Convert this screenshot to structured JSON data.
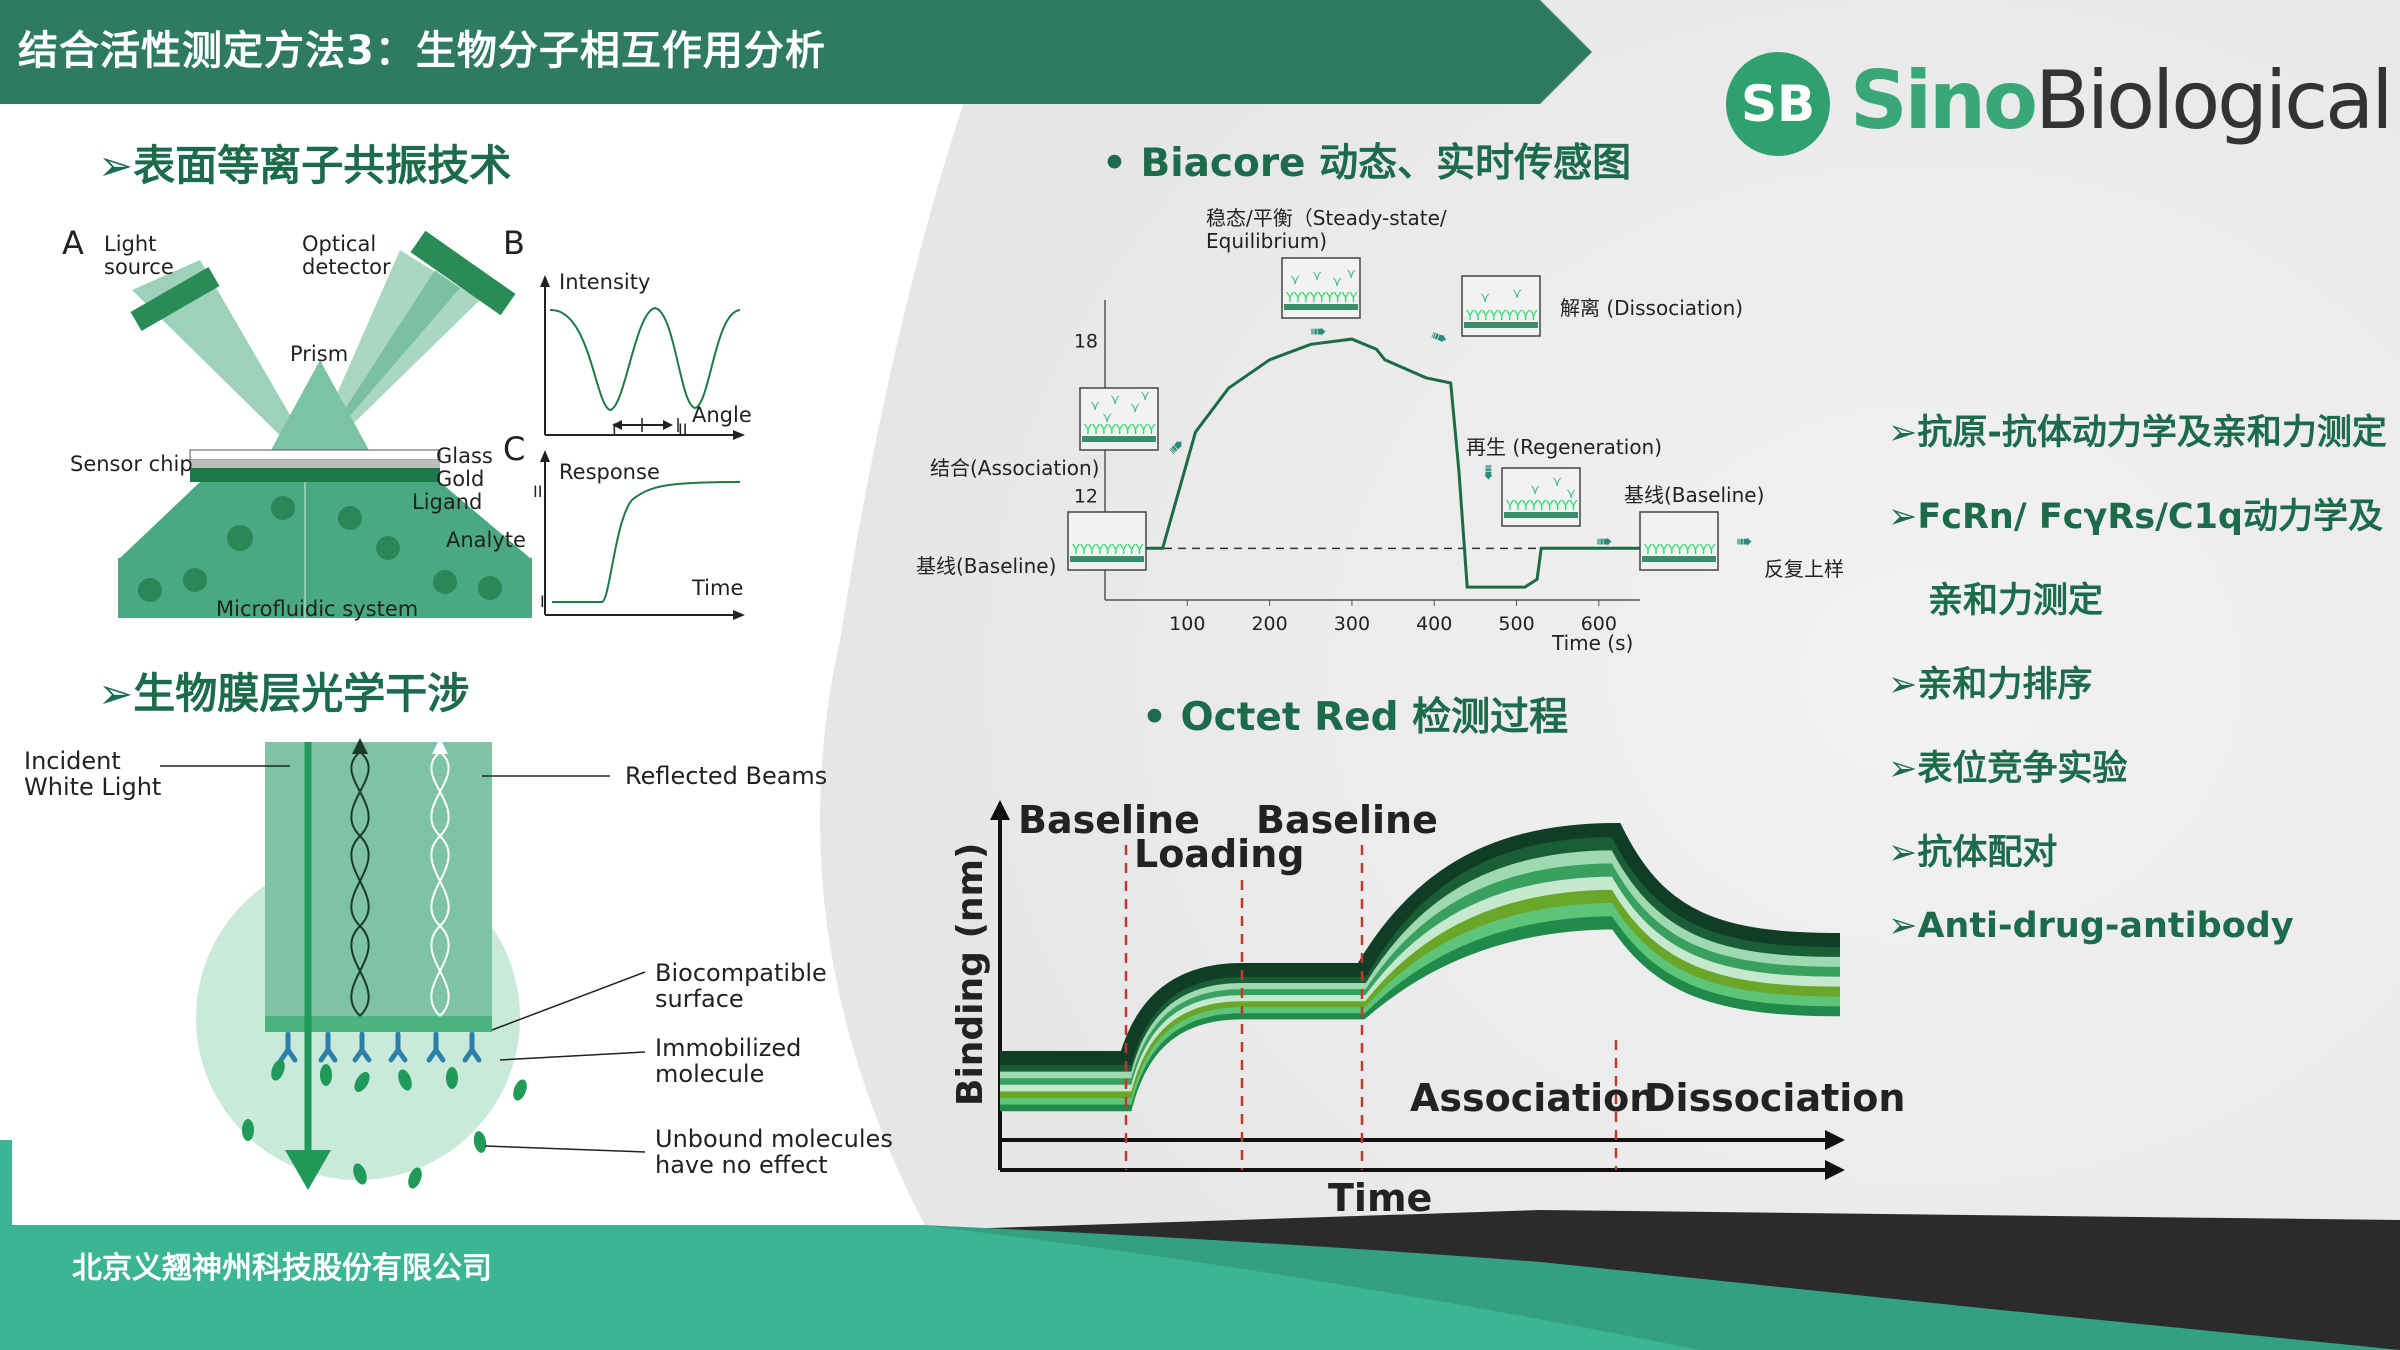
{
  "header": {
    "title": "结合活性测定方法3：生物分子相互作用分析"
  },
  "logo": {
    "badge": "SB",
    "sino": "Sino",
    "biological": "Biological"
  },
  "spr": {
    "heading": "➢表面等离子共振技术",
    "panel_a": "A",
    "panel_b": "B",
    "panel_c": "C",
    "light_source": [
      "Light",
      "source"
    ],
    "optical_detector": [
      "Optical",
      "detector"
    ],
    "prism": "Prism",
    "sensor_chip": "Sensor chip",
    "glass": "Glass",
    "gold": "Gold",
    "ligand": "Ligand",
    "analyte": "Analyte",
    "microfluidic": "Microfluidic system",
    "intensity": "Intensity",
    "angle": "Angle",
    "response": "Response",
    "time": "Time",
    "mark_i": "I",
    "mark_ii": "II"
  },
  "bli": {
    "heading": "➢生物膜层光学干涉",
    "incident": [
      "Incident",
      "White Light"
    ],
    "reflected": "Reflected Beams",
    "biocompatible": [
      "Biocompatible",
      "surface"
    ],
    "immobilized": [
      "Immobilized",
      "molecule"
    ],
    "unbound": [
      "Unbound molecules",
      "have no effect"
    ]
  },
  "biacore": {
    "heading": "• Biacore 动态、实时传感图",
    "steady": [
      "稳态/平衡（Steady-state/",
      "Equilibrium)"
    ],
    "dissociation": "解离 (Dissociation)",
    "association": "结合(Association)",
    "regeneration": "再生 (Regeneration)",
    "baseline_left": "基线(Baseline)",
    "baseline_right": "基线(Baseline)",
    "repeat": "反复上样",
    "xlabel": "Time  (s)"
  },
  "octet": {
    "heading": "• Octet Red 检测过程",
    "baseline1": "Baseline",
    "loading": "Loading",
    "baseline2": "Baseline",
    "association": "Association",
    "dissociation": "Dissociation",
    "ylabel": "Binding (nm)",
    "xlabel": "Time"
  },
  "applications": [
    "➢抗原-抗体动力学及亲和力测定",
    "➢FcRn/ FcγRs/C1q动力学及",
    "亲和力测定",
    "➢亲和力排序",
    "➢表位竞争实验",
    "➢抗体配对",
    "➢Anti-drug-antibody"
  ],
  "footer": {
    "company": "北京义翘神州科技股份有限公司"
  },
  "colors": {
    "header": "#2e7b62",
    "accent": "#1d6b4d",
    "footer": "#3bb593",
    "dark_band": "#2b2b2b",
    "gray_bg": "#ededed"
  },
  "chart_data": [
    {
      "type": "line",
      "name_key": "biacore_sensorgram",
      "xticks": [
        100,
        200,
        300,
        400,
        500,
        600
      ],
      "yticks": [
        12,
        18
      ],
      "xlim": [
        0,
        650
      ],
      "ylim": [
        8,
        20
      ],
      "x": [
        0,
        60,
        70,
        110,
        150,
        200,
        250,
        300,
        330,
        340,
        390,
        420,
        430,
        440,
        510,
        525,
        530,
        650
      ],
      "y": [
        10,
        10,
        10,
        14.5,
        16.2,
        17.3,
        17.9,
        18.1,
        17.7,
        17.3,
        16.6,
        16.4,
        13,
        8.5,
        8.5,
        8.8,
        10,
        10
      ],
      "baseline_dashed": 10
    },
    {
      "type": "line",
      "name_key": "octet_curves",
      "series_count": 8,
      "phases": [
        "Baseline",
        "Loading",
        "Baseline",
        "Association",
        "Dissociation"
      ]
    }
  ]
}
